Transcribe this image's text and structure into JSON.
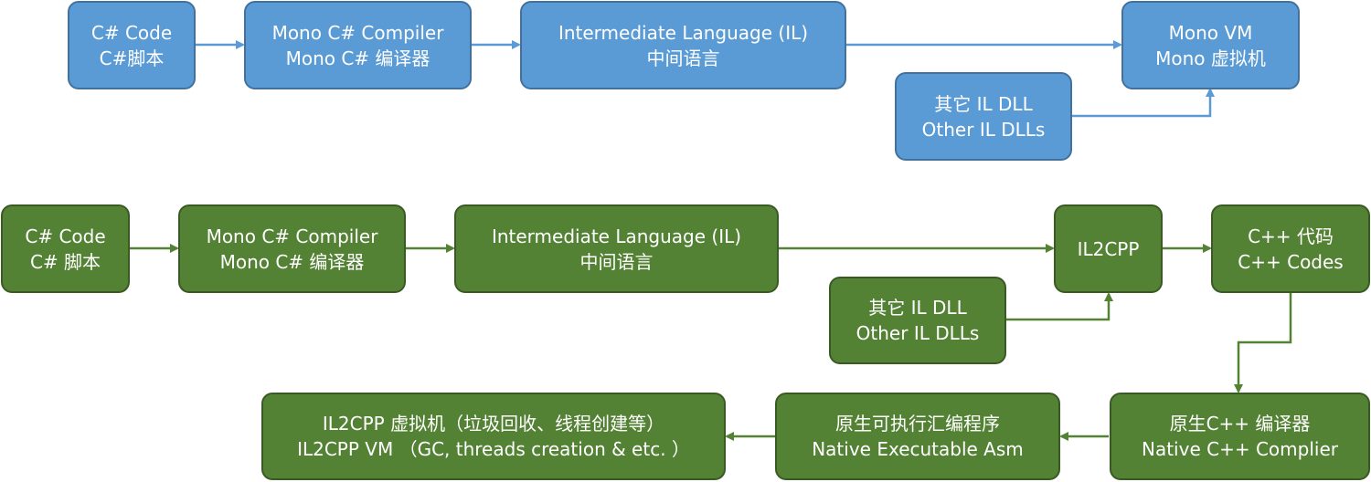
{
  "colors": {
    "mono_fill": "#5b9bd5",
    "mono_border": "#41719c",
    "il2cpp_fill": "#548235",
    "il2cpp_border": "#3a5a24",
    "text": "#ffffff"
  },
  "mono": {
    "csharp_code": {
      "line1": "C# Code",
      "line2": "C#脚本"
    },
    "compiler": {
      "line1": "Mono C# Compiler",
      "line2": "Mono C# 编译器"
    },
    "il": {
      "line1": "Intermediate Language (IL)",
      "line2": "中间语言"
    },
    "vm": {
      "line1": "Mono VM",
      "line2": "Mono 虚拟机"
    },
    "other_dll": {
      "line1": "其它 IL DLL",
      "line2": "Other IL DLLs"
    }
  },
  "il2cpp": {
    "csharp_code": {
      "line1": "C# Code",
      "line2": "C# 脚本"
    },
    "compiler": {
      "line1": "Mono C# Compiler",
      "line2": "Mono C# 编译器"
    },
    "il": {
      "line1": "Intermediate Language (IL)",
      "line2": "中间语言"
    },
    "il2cpp": {
      "line1": "IL2CPP"
    },
    "cpp_code": {
      "line1": "C++ 代码",
      "line2": "C++ Codes"
    },
    "other_dll": {
      "line1": "其它 IL DLL",
      "line2": "Other IL DLLs"
    },
    "native_compiler": {
      "line1": "原生C++ 编译器",
      "line2": "Native C++ Complier"
    },
    "native_asm": {
      "line1": "原生可执行汇编程序",
      "line2": "Native Executable Asm"
    },
    "vm": {
      "line1": "IL2CPP  虚拟机（垃圾回收、线程创建等）",
      "line2": "IL2CPP VM （GC, threads creation & etc. ）"
    }
  }
}
